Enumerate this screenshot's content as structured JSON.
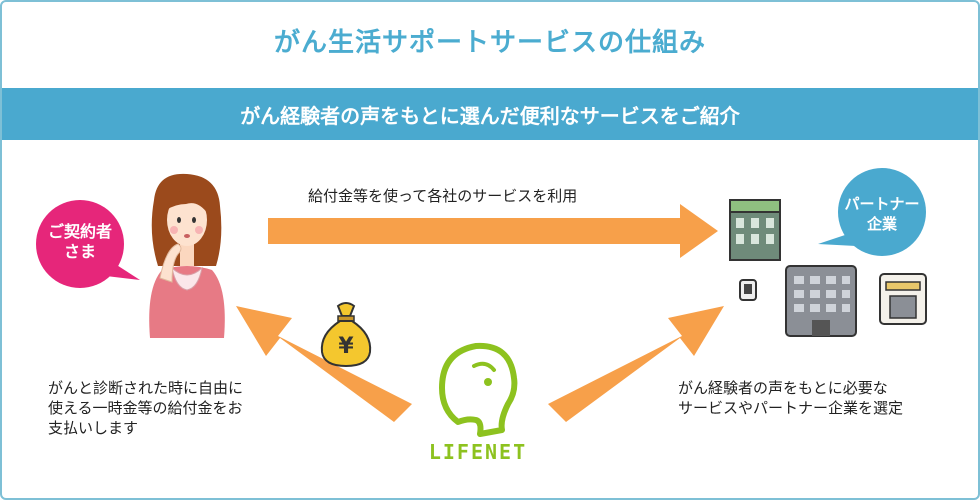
{
  "title": "がん生活サポートサービスの仕組み",
  "subtitle": "がん経験者の声をもとに選んだ便利なサービスをご紹介",
  "customer_bubble": {
    "line1": "ご契約者",
    "line2": "さま"
  },
  "partner_bubble": {
    "line1": "パートナー",
    "line2": "企業"
  },
  "top_arrow_label": "給付金等を使って各社のサービスを利用",
  "left_caption": [
    "がんと診断された時に自由に",
    "使える一時金等の給付金をお",
    "支払いします"
  ],
  "right_caption": [
    "がん経験者の声をもとに必要な",
    "サービスやパートナー企業を選定"
  ],
  "money_bag_symbol": "¥",
  "logo_text": "LIFENET",
  "colors": {
    "title": "#4bacd0",
    "band": "#4aa9cf",
    "arrow": "#f7a04a",
    "customer_bubble": "#e6267a",
    "partner_bubble": "#4aa9cf",
    "logo": "#8dc21f"
  },
  "icons": [
    "woman-illustration",
    "money-bag-icon",
    "lifenet-logo",
    "building-icon",
    "phone-icon"
  ]
}
